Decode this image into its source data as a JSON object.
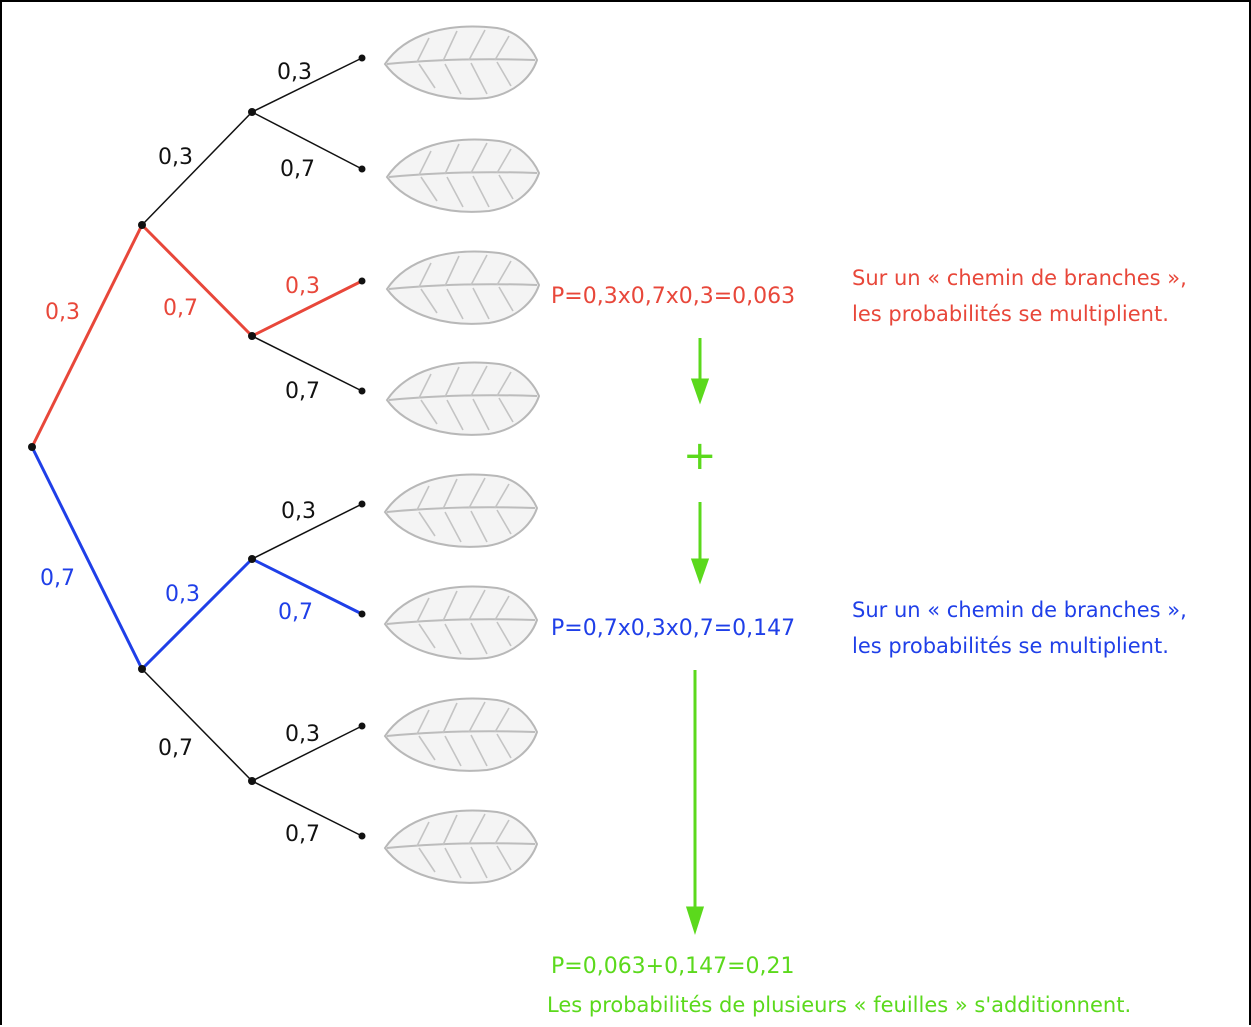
{
  "colors": {
    "red": "#e8473a",
    "blue": "#1f3fe8",
    "green": "#5bd91c",
    "black": "#111111"
  },
  "tree": {
    "level1": {
      "top": "0,3",
      "bottom": "0,7"
    },
    "level2": {
      "top_top": "0,3",
      "top_bottom": "0,7",
      "bottom_top": "0,3",
      "bottom_bottom": "0,7"
    },
    "level3": [
      "0,3",
      "0,7",
      "0,3",
      "0,7",
      "0,3",
      "0,7",
      "0,3",
      "0,7"
    ],
    "leaf_icon": "leaf-icon",
    "leaf_count": 8
  },
  "paths": {
    "red_formula": "P=0,3x0,7x0,3=0,063",
    "red_note_line1": "Sur un « chemin de branches »,",
    "red_note_line2": "les probabilités se multiplient.",
    "blue_formula": "P=0,7x0,3x0,7=0,147",
    "blue_note_line1": "Sur un « chemin de branches »,",
    "blue_note_line2": "les probabilités se multiplient."
  },
  "sum": {
    "plus_sign": "+",
    "formula": "P=0,063+0,147=0,21",
    "note": "Les probabilités de plusieurs « feuilles » s'additionnent."
  }
}
